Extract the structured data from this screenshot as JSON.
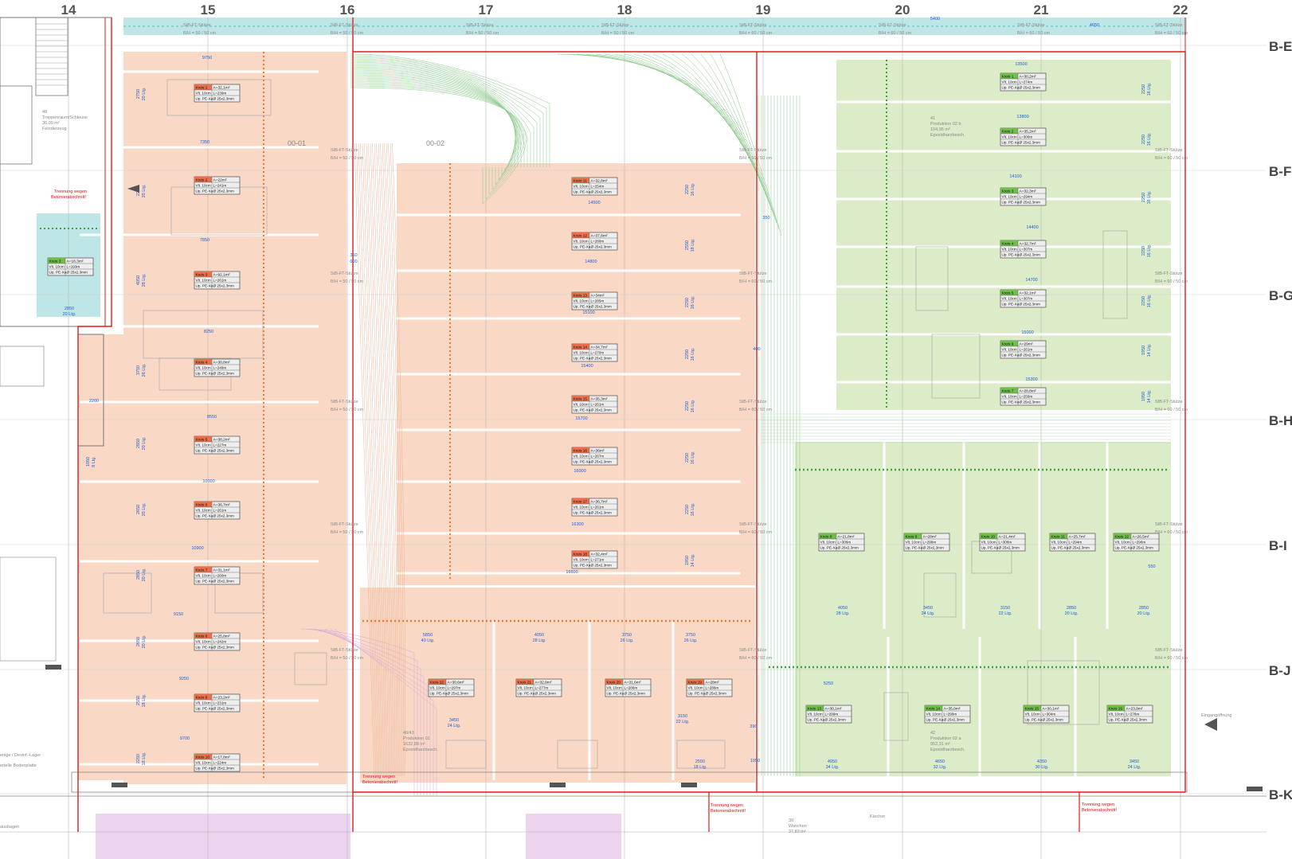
{
  "axes": {
    "columns": [
      "14",
      "15",
      "16",
      "17",
      "18",
      "19",
      "20",
      "21",
      "22"
    ],
    "rows": [
      "B-E",
      "B-F",
      "B-G",
      "B-H",
      "B-I",
      "B-J",
      "B-K"
    ]
  },
  "colors": {
    "zone_orange": "#f9d9c6",
    "zone_green": "#dcebc8",
    "zone_teal": "#bfe6e6",
    "zone_violet": "#ecd4ee",
    "boundary_red": "#e01b1b",
    "dimension_blue": "#1c5fd6",
    "pipe_green": "#3aa53a",
    "pipe_orange": "#f07a2b",
    "pipe_violet": "#b05cc0"
  },
  "room_labels": {
    "stairwell": [
      "48",
      "Treppenraum/Schleuse",
      "30,00 m²",
      "Feinderzeug"
    ],
    "prod01": [
      "40/43",
      "Produktion 01",
      "1632,88 m²",
      "Epoxidharzbesch."
    ],
    "prod02b": [
      "41",
      "Produktion 02 b",
      "104,95 m²",
      "Epoxidharzbesch."
    ],
    "prod02a": [
      "42",
      "Produktion 02 a",
      "952,31 m²",
      "Epoxidharzbesch."
    ],
    "washing": [
      "30",
      "Waschen",
      "37,83 m²"
    ],
    "storage": [
      "enige / Desinf.-Lager",
      "ertelle Bodenplatte"
    ],
    "kaercher": "Kärcher",
    "eingang": "Eingangöffnung",
    "ausbagen": "ausbagen"
  },
  "zone_ids": {
    "a": "00-01",
    "b": "00-02"
  },
  "separation_note": [
    "Trennung wegen",
    "Betonierabschnitt!"
  ],
  "column_labels": [
    "StB-FT-Stütze",
    "B/H = 50 / 50 cm",
    "B/H = 60 / 50 cm"
  ],
  "circuit_panels": {
    "left": [
      {
        "kreis": "Kreis 1",
        "area": "A=32,1m²",
        "len": "L=239m"
      },
      {
        "kreis": "Kreis 2",
        "area": "A=22m²",
        "len": "L=241m"
      },
      {
        "kreis": "Kreis 3",
        "area": "A=92,1m²",
        "len": "L=261m"
      },
      {
        "kreis": "Kreis 4",
        "area": "A=30,8m²",
        "len": "L=249m"
      },
      {
        "kreis": "Kreis 5",
        "area": "A=38,2m²",
        "len": "L=227m"
      },
      {
        "kreis": "Kreis 6",
        "area": "A=36,7m²",
        "len": "L=261m"
      },
      {
        "kreis": "Kreis 7",
        "area": "A=31,1m²",
        "len": "L=260m"
      },
      {
        "kreis": "Kreis 8",
        "area": "A=25,8m²",
        "len": "L=242m"
      },
      {
        "kreis": "Kreis 9",
        "area": "A=23,2m²",
        "len": "L=231m"
      },
      {
        "kreis": "Kreis 10",
        "area": "A=17,8m²",
        "len": "L=224m"
      }
    ],
    "middle": [
      {
        "kreis": "Kreis 11",
        "area": "A=32,8m²",
        "len": "L=254m"
      },
      {
        "kreis": "Kreis 12",
        "area": "A=37,8m²",
        "len": "L=280m"
      },
      {
        "kreis": "Kreis 13",
        "area": "A=34m²",
        "len": "L=285m"
      },
      {
        "kreis": "Kreis 14",
        "area": "A=34,7m²",
        "len": "L=270m"
      },
      {
        "kreis": "Kreis 15",
        "area": "A=35,3m²",
        "len": "L=261m"
      },
      {
        "kreis": "Kreis 16",
        "area": "A=36m²",
        "len": "L=267m"
      },
      {
        "kreis": "Kreis 17",
        "area": "A=36,7m²",
        "len": "L=261m"
      },
      {
        "kreis": "Kreis 18",
        "area": "A=32,4m²",
        "len": "L=271m"
      }
    ],
    "bottom": [
      {
        "kreis": "Kreis 22",
        "area": "A=30,6m²",
        "len": "L=297m"
      },
      {
        "kreis": "Kreis 21",
        "area": "A=32,8m²",
        "len": "L=277m"
      },
      {
        "kreis": "Kreis 20",
        "area": "A=31,6m²",
        "len": "L=286m"
      },
      {
        "kreis": "Kreis 19",
        "area": "A=28m²",
        "len": "L=286m"
      }
    ],
    "right": [
      {
        "kreis": "Kreis 1",
        "area": "A=30,2m²",
        "len": "L=274m"
      },
      {
        "kreis": "Kreis 2",
        "area": "A=35,2m²",
        "len": "L=306m"
      },
      {
        "kreis": "Kreis 3",
        "area": "A=32,3m²",
        "len": "L=294m"
      },
      {
        "kreis": "Kreis 4",
        "area": "A=32,7m²",
        "len": "L=307m"
      },
      {
        "kreis": "Kreis 5",
        "area": "A=32,1m²",
        "len": "L=307m"
      },
      {
        "kreis": "Kreis 6",
        "area": "A=29m²",
        "len": "L=261m"
      },
      {
        "kreis": "Kreis 7",
        "area": "A=28,8m²",
        "len": "L=256m"
      }
    ],
    "right_mid": [
      {
        "kreis": "Kreis 8",
        "area": "A=21,8m²",
        "len": "L=306m"
      },
      {
        "kreis": "Kreis 9",
        "area": "A=28m²",
        "len": "L=298m"
      },
      {
        "kreis": "Kreis 10",
        "area": "A=21,4m²",
        "len": "L=306m"
      },
      {
        "kreis": "Kreis 11",
        "area": "A=25,7m²",
        "len": "L=294m"
      },
      {
        "kreis": "Kreis 12",
        "area": "A=26,5m²",
        "len": "L=296m"
      }
    ],
    "right_bottom": [
      {
        "kreis": "Kreis 13",
        "area": "A=30,1m²",
        "len": "L=299m"
      },
      {
        "kreis": "Kreis 14",
        "area": "A=35,0m²",
        "len": "L=299m"
      },
      {
        "kreis": "Kreis 15",
        "area": "A=30,1m²",
        "len": "L=304m"
      },
      {
        "kreis": "Kreis 16",
        "area": "A=23,9m²",
        "len": "L=276m"
      }
    ],
    "teal": {
      "kreis": "Kreis 3",
      "area": "A=18,3m²",
      "len": "L=193m"
    },
    "panel_sub1": "Vlt. 10cm",
    "panel_sub2": "Up. PE-Xa",
    "panel_sub3": "Ø 25x2,3mm"
  },
  "dimensions": {
    "left_widths": [
      "9750",
      "7350",
      "7850",
      "8250",
      "8550",
      "10000",
      "10900",
      "9150",
      "9250",
      "9700"
    ],
    "middle_widths": [
      "14500",
      "14800",
      "15100",
      "15400",
      "15700",
      "16000",
      "16300",
      "16600"
    ],
    "right_widths": [
      "13500",
      "13800",
      "14100",
      "14400",
      "14700",
      "15000",
      "15300"
    ],
    "left_heights": [
      "2750\n20 Ltg.",
      "2250\n20 Ltg.",
      "4050\n28 Ltg.",
      "3750\n26 Ltg.",
      "2850\n20 Ltg.",
      "2650\n20 Ltg.",
      "2850\n20 Ltg.",
      "2650\n20 Ltg.",
      "2550\n18 Ltg.",
      "2250\n18 Ltg."
    ],
    "middle_heights": [
      "2250\n16 Ltg.",
      "2550\n18 Ltg.",
      "2250\n16 Ltg.",
      "2250\n16 Ltg.",
      "2250\n16 Ltg.",
      "2250\n16 Ltg.",
      "2250\n16 Ltg.",
      "1950\n14 Ltg."
    ],
    "right_heights": [
      "2250\n16 Ltg.",
      "2250\n16 Ltg.",
      "2250\n16 Ltg.",
      "2250\n16 Ltg.",
      "2250\n16 Ltg.",
      "1950\n14 Ltg.",
      "1950\n14 Ltg."
    ],
    "bottom_groups": [
      "5850\n40 Ltg.",
      "4050\n28 Ltg.",
      "3750\n26 Ltg.",
      "3750\n26 Ltg."
    ],
    "bottom_groups2": [
      "3450\n24 Ltg.",
      "3150\n22 Ltg.",
      "2550\n18 Ltg."
    ],
    "right_groups": [
      "4050\n28 Ltg.",
      "3450\n24 Ltg.",
      "3150\n22 Ltg.",
      "2850\n20 Ltg.",
      "2850\n20 Ltg."
    ],
    "right_groups2": [
      "4950\n34 Ltg.",
      "4650\n32 Ltg.",
      "4350\n30 Ltg.",
      "3450\n24 Ltg."
    ],
    "teal": "2850\n20 Ltg.",
    "misc": [
      "2200",
      "5400",
      "4650",
      "5250",
      "550",
      "400",
      "350",
      "390",
      "360",
      "600",
      "1950",
      "1050\n8 Ltg."
    ]
  }
}
